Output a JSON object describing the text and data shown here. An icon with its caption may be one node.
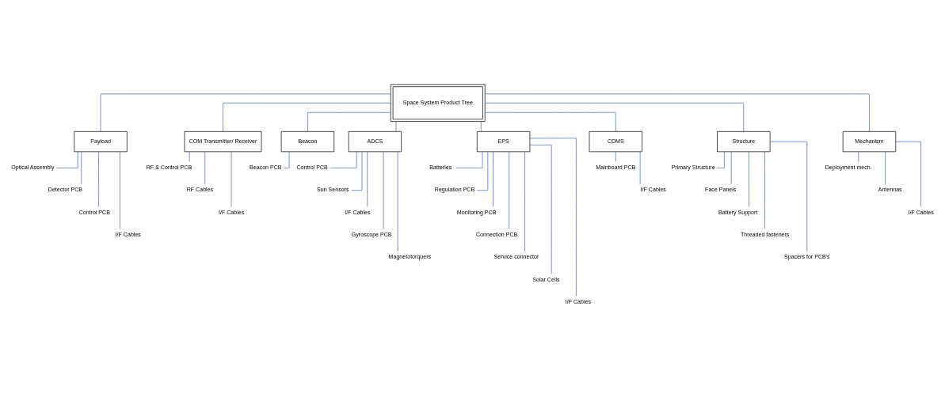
{
  "diagram": {
    "nodes": [
      {
        "text": [
          "Space System Product Tree"
        ]
      },
      {
        "text": [
          "Payload"
        ]
      },
      {
        "text": [
          "COM Transmitter/ Receiver"
        ]
      },
      {
        "text": [
          "Beacon"
        ]
      },
      {
        "text": [
          "ADCS"
        ]
      },
      {
        "text": [
          "EPS"
        ]
      },
      {
        "text": [
          "CDMS"
        ]
      },
      {
        "text": [
          "Structure"
        ]
      },
      {
        "text": [
          "Mechanism"
        ]
      },
      {
        "text": [
          "Optical Assembly"
        ]
      },
      {
        "text": [
          "Detector PCB"
        ]
      },
      {
        "text": [
          "Control PCB"
        ]
      },
      {
        "text": [
          "I/F Cables"
        ]
      },
      {
        "text": [
          "RF & Control PCB"
        ]
      },
      {
        "text": [
          "RF Cables"
        ]
      },
      {
        "text": [
          "I/F Cables"
        ]
      },
      {
        "text": [
          "Beacon PCB"
        ]
      },
      {
        "text": [
          "Control PCB"
        ]
      },
      {
        "text": [
          "Sun Sensors"
        ]
      },
      {
        "text": [
          "I/F Cables"
        ]
      },
      {
        "text": [
          "Gyroscope PCB"
        ]
      },
      {
        "text": [
          "Magnetotorquers"
        ]
      },
      {
        "text": [
          "Batteries"
        ]
      },
      {
        "text": [
          "Regulation PCB"
        ]
      },
      {
        "text": [
          "Monitoring PCB"
        ]
      },
      {
        "text": [
          "Connection PCB"
        ]
      },
      {
        "text": [
          "Service connector"
        ]
      },
      {
        "text": [
          "Solar Cells"
        ]
      },
      {
        "text": [
          "I/F Cables"
        ]
      },
      {
        "text": [
          "Mainboard PCB"
        ]
      },
      {
        "text": [
          "I/F Cables"
        ]
      },
      {
        "text": [
          "Primary Structure"
        ]
      },
      {
        "text": [
          "Face Panels"
        ]
      },
      {
        "text": [
          "Battery Support"
        ]
      },
      {
        "text": [
          "Threaded fasteners"
        ]
      },
      {
        "text": [
          "Spacers for PCB's"
        ]
      },
      {
        "text": [
          "Deployment mech."
        ]
      },
      {
        "text": [
          "Antennas"
        ]
      },
      {
        "text": [
          "I/F Cables"
        ]
      }
    ],
    "edges": [
      {
        "from": 0,
        "to": 1,
        "arrow": "none"
      },
      {
        "from": 0,
        "to": 2,
        "arrow": "none"
      },
      {
        "from": 0,
        "to": 3,
        "arrow": "none"
      },
      {
        "from": 0,
        "to": 4,
        "arrow": "none"
      },
      {
        "from": 0,
        "to": 5,
        "arrow": "none"
      },
      {
        "from": 0,
        "to": 6,
        "arrow": "none"
      },
      {
        "from": 0,
        "to": 7,
        "arrow": "none"
      },
      {
        "from": 0,
        "to": 8,
        "arrow": "none"
      },
      {
        "from": 1,
        "to": 9,
        "arrow": "none"
      },
      {
        "from": 1,
        "to": 10,
        "arrow": "none"
      },
      {
        "from": 1,
        "to": 11,
        "arrow": "none"
      },
      {
        "from": 1,
        "to": 12,
        "arrow": "none"
      },
      {
        "from": 2,
        "to": 13,
        "arrow": "none"
      },
      {
        "from": 2,
        "to": 14,
        "arrow": "none"
      },
      {
        "from": 2,
        "to": 15,
        "arrow": "none"
      },
      {
        "from": 3,
        "to": 16,
        "arrow": "none"
      },
      {
        "from": 4,
        "to": 17,
        "arrow": "none"
      },
      {
        "from": 4,
        "to": 18,
        "arrow": "none"
      },
      {
        "from": 4,
        "to": 19,
        "arrow": "none"
      },
      {
        "from": 4,
        "to": 20,
        "arrow": "none"
      },
      {
        "from": 4,
        "to": 21,
        "arrow": "none"
      },
      {
        "from": 5,
        "to": 22,
        "arrow": "none"
      },
      {
        "from": 5,
        "to": 23,
        "arrow": "none"
      },
      {
        "from": 5,
        "to": 24,
        "arrow": "none"
      },
      {
        "from": 5,
        "to": 25,
        "arrow": "none"
      },
      {
        "from": 5,
        "to": 26,
        "arrow": "none"
      },
      {
        "from": 5,
        "to": 27,
        "arrow": "none"
      },
      {
        "from": 5,
        "to": 28,
        "arrow": "none"
      },
      {
        "from": 6,
        "to": 29,
        "arrow": "none"
      },
      {
        "from": 6,
        "to": 30,
        "arrow": "none"
      },
      {
        "from": 7,
        "to": 31,
        "arrow": "none"
      },
      {
        "from": 7,
        "to": 32,
        "arrow": "none"
      },
      {
        "from": 7,
        "to": 33,
        "arrow": "none"
      },
      {
        "from": 7,
        "to": 34,
        "arrow": "none"
      },
      {
        "from": 7,
        "to": 35,
        "arrow": "none"
      },
      {
        "from": 8,
        "to": 36,
        "arrow": "none"
      },
      {
        "from": 8,
        "to": 37,
        "arrow": "none"
      },
      {
        "from": 8,
        "to": 38,
        "arrow": "none"
      }
    ]
  }
}
